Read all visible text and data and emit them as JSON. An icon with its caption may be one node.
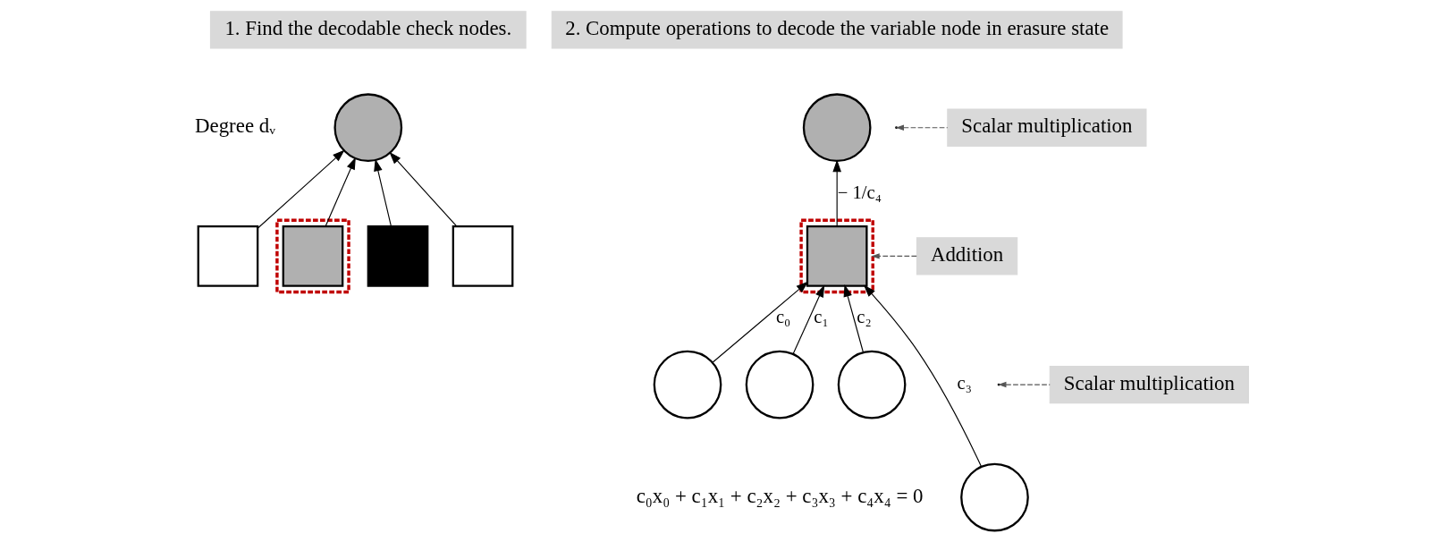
{
  "diagram": {
    "nodes": [
      {
        "text": [
          "1. Find the decodable check nodes."
        ]
      },
      {
        "text": [],
        "shape": "circle"
      },
      {
        "text": [],
        "shape": "box"
      },
      {
        "text": [],
        "shape": "box"
      },
      {
        "text": [],
        "shape": "box",
        "in": 3
      },
      {
        "text": [],
        "shape": "box"
      },
      {
        "text": [],
        "shape": "box"
      },
      {
        "text": [
          "2. Compute operations to decode the variable node in erasure state"
        ]
      },
      {
        "text": [],
        "shape": "circle"
      },
      {
        "text": [
          "Scalar multiplication"
        ]
      },
      {
        "text": [],
        "shape": "box"
      },
      {
        "text": [],
        "shape": "box",
        "in": 10
      },
      {
        "text": [
          "Addition"
        ]
      },
      {
        "text": [
          "Scalar multiplication"
        ]
      },
      {
        "text": [],
        "shape": "circle"
      },
      {
        "text": [],
        "shape": "circle"
      },
      {
        "text": [],
        "shape": "circle"
      },
      {
        "text": [],
        "shape": "circle"
      }
    ],
    "edges": [
      {
        "from": 2,
        "to": 1,
        "arrow": "to"
      },
      {
        "from": 4,
        "to": 1,
        "arrow": "to"
      },
      {
        "from": 5,
        "to": 1,
        "arrow": "to"
      },
      {
        "from": 6,
        "to": 1,
        "arrow": "to"
      },
      {
        "from": 11,
        "to": 8,
        "arrow": "to",
        "label": "− 1/c₄"
      },
      {
        "from": 9,
        "to": null,
        "arrow": "to",
        "style": "dashed"
      },
      {
        "from": 12,
        "to": 10,
        "arrow": "to",
        "style": "dashed"
      },
      {
        "from": 13,
        "to": null,
        "arrow": "to",
        "style": "dashed"
      },
      {
        "from": 14,
        "to": 11,
        "arrow": "to",
        "label": "c₀"
      },
      {
        "from": 15,
        "to": 11,
        "arrow": "to",
        "label": "c₁"
      },
      {
        "from": 16,
        "to": 11,
        "arrow": "to",
        "label": "c₂"
      },
      {
        "from": 17,
        "to": 11,
        "arrow": "to",
        "label": "c₃"
      }
    ],
    "labels": [
      "Degree dᵥ",
      "c₀x₀ + c₁x₁ + c₂x₂ + c₃x₃ + c₄x₄ = 0"
    ]
  }
}
